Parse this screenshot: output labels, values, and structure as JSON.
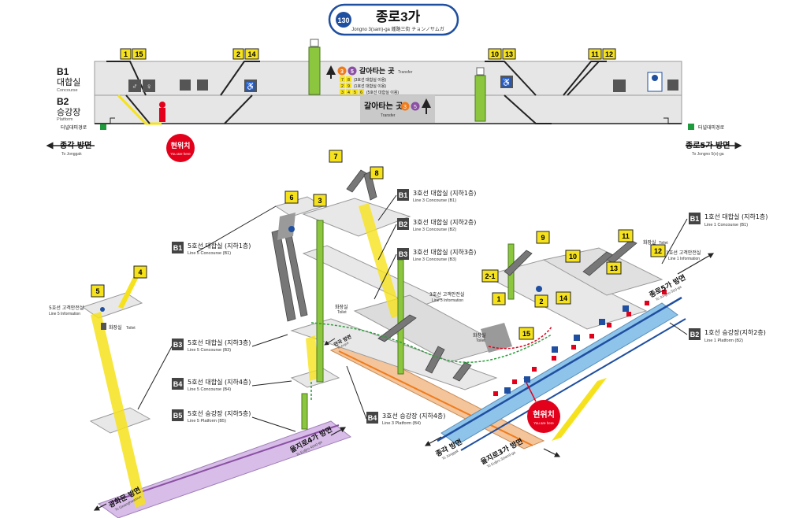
{
  "station": {
    "number": "130",
    "name_ko": "종로3가",
    "name_sub": "Jongno 3(sam)-ga  鍾路三街  チョンノサムガ"
  },
  "section": {
    "b1_code": "B1",
    "b1_ko": "대합실",
    "b1_en": "Concourse",
    "b2_code": "B2",
    "b2_ko": "승강장",
    "b2_en": "Platform",
    "evac_label": "터널대피경로",
    "dir_left_ko": "종각 방면",
    "dir_left_en": "To Jonggak",
    "dir_right_ko": "종로5가 방면",
    "dir_right_en": "To Jongno 5(o)-ga",
    "transfer_ko": "갈아타는 곳",
    "transfer_en": "Transfer",
    "transfer_lines": [
      "3",
      "5"
    ],
    "transfer_notes": [
      {
        "nums": [
          "7",
          "8"
        ],
        "text": "(3호선 대합실 이용)"
      },
      {
        "nums": [
          "2",
          "9"
        ],
        "text": "(1호선 대합실 이용)"
      },
      {
        "nums": [
          "3",
          "4",
          "5",
          "6"
        ],
        "text": "(5호선 대합실 이용)"
      }
    ],
    "exit_tags": [
      {
        "a": "1",
        "b": "15"
      },
      {
        "a": "2",
        "b": "14"
      },
      {
        "a": "10",
        "b": "13"
      },
      {
        "a": "11",
        "b": "12"
      }
    ],
    "you_are_here_ko": "현위치",
    "you_are_here_en": "You are here"
  },
  "isometric": {
    "exit_numbers": [
      "7",
      "8",
      "6",
      "3",
      "9",
      "2-1",
      "1",
      "2",
      "14",
      "15",
      "10",
      "11",
      "13",
      "12",
      "4",
      "5"
    ],
    "level_labels": [
      {
        "code": "B1",
        "ko": "3호선 대합실 (지하1층)",
        "en": "Line 3  Concourse (B1)"
      },
      {
        "code": "B2",
        "ko": "3호선 대합실 (지하2층)",
        "en": "Line 3  Concourse (B2)"
      },
      {
        "code": "B3",
        "ko": "3호선 대합실 (지하3층)",
        "en": "Line 3  Concourse (B3)"
      },
      {
        "code": "B1",
        "ko": "5호선 대합실 (지하1층)",
        "en": "Line 5  Concourse (B1)"
      },
      {
        "code": "B3",
        "ko": "5호선 대합실 (지하3층)",
        "en": "Line 5  Concourse (B3)"
      },
      {
        "code": "B4",
        "ko": "5호선 대합실 (지하4층)",
        "en": "Line 5  Concourse (B4)"
      },
      {
        "code": "B5",
        "ko": "5호선 승강장 (지하5층)",
        "en": "Line 5  Platform (B5)"
      },
      {
        "code": "B4",
        "ko": "3호선 승강장 (지하4층)",
        "en": "Line 3  Platform (B4)"
      },
      {
        "code": "B1",
        "ko": "1호선 대합실 (지하1층)",
        "en": "Line 1  Concourse (B1)"
      },
      {
        "code": "B2",
        "ko": "1호선 승강장(지하2층)",
        "en": "Line 1  Platform (B2)"
      }
    ],
    "info_labels": [
      {
        "ko": "5호선 고객안전실",
        "en": "Line 5 Information"
      },
      {
        "ko": "3호선 고객안전실",
        "en": "Line 3 Information"
      },
      {
        "ko": "1호선 고객안전실",
        "en": "Line 1 Information"
      }
    ],
    "toilet_ko": "화장실",
    "toilet_en": "Toilet",
    "directions": [
      {
        "ko": "종로5가 방면",
        "en": "To Jongno 5(o)-ga"
      },
      {
        "ko": "종각 방면",
        "en": "To Jonggak"
      },
      {
        "ko": "을지로3가 방면",
        "en": "To Euljiro 3(sam)-ga"
      },
      {
        "ko": "을지로4가 방면",
        "en": "To Euljiro 4(sa)-ga"
      },
      {
        "ko": "광화문 방면",
        "en": "To Gwanghwamun"
      },
      {
        "ko": "안국 방면",
        "en": "To Anguk"
      }
    ]
  },
  "colors": {
    "line1": "#1f4fa0",
    "line3": "#ef7c1c",
    "line5": "#8b50a4",
    "exit_yellow": "#f6e21c",
    "elevator_green": "#8cc63f",
    "platform_blue": "#8ec3ea",
    "platform_purple": "#d7bde8",
    "platform_orange": "#f4c49a",
    "here_red": "#e3001b"
  },
  "icons": [
    "toilet-icon",
    "elevator-icon",
    "escalator-icon",
    "info-icon",
    "wheelchair-icon",
    "stairs-icon",
    "evacuation-icon"
  ]
}
